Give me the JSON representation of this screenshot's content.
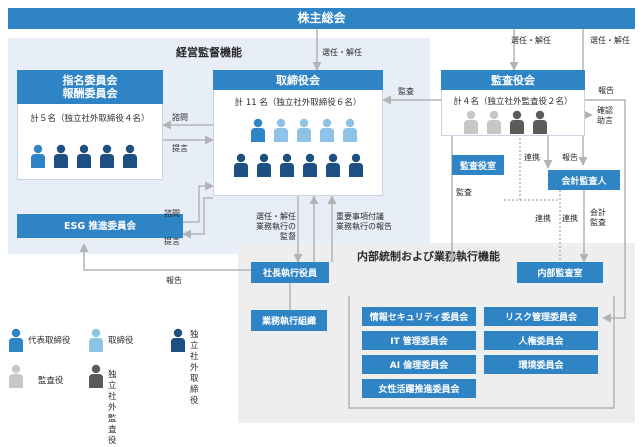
{
  "colors": {
    "dark_navy": "#1d4f82",
    "primary_blue": "#2f84c6",
    "light_blue": "#8ec2e6",
    "light_gray": "#c7c7c7",
    "dark_gray": "#5b5b5b",
    "panel_blue": "#e8eef7",
    "panel_gray": "#eeeeee"
  },
  "shareholders": {
    "title": "株主総会"
  },
  "management": {
    "title": "経営監督機能",
    "elect_label": "選任・解任"
  },
  "nomination": {
    "title": "指名委員会\n報酬委員会",
    "count": "計５名（独立社外取締役４名）"
  },
  "board": {
    "title": "取締役会",
    "count": "計 11 名（独立社外取締役６名）"
  },
  "audit_board": {
    "title": "監査役会",
    "count": "計４名（独立社外監査役２名）",
    "audit_label": "監査"
  },
  "esg": {
    "title": "ESG 推進委員会"
  },
  "audit_office": {
    "title": "監査役室"
  },
  "accountant": {
    "title": "会計監査人"
  },
  "labels": {
    "elect_right1": "選任・解任",
    "elect_right2": "選任・解任",
    "consult1": "諮問",
    "propose1": "提言",
    "consult2": "諮問",
    "propose2": "提言",
    "report_top": "報告",
    "confirm": "確認\n助言",
    "cooperation1": "連携",
    "report_mid": "報告",
    "audit_down": "監査",
    "cooperation2": "連携",
    "cooperation3": "連携",
    "acc_audit": "会計\n監査",
    "elect_supervise": "選任・解任\n業務執行の監督",
    "report_matters": "重要事項付議\n業務執行の報告",
    "report_left": "報告"
  },
  "internal": {
    "title": "内部統制および業務執行機能"
  },
  "ceo": {
    "title": "社長執行役員"
  },
  "internal_audit": {
    "title": "内部監査室"
  },
  "exec_org": {
    "title": "業務執行組織"
  },
  "committees": [
    {
      "name": "情報セキュリティ委員会"
    },
    {
      "name": "リスク管理委員会"
    },
    {
      "name": "IT 管理委員会"
    },
    {
      "name": "人権委員会"
    },
    {
      "name": "AI 倫理委員会"
    },
    {
      "name": "環境委員会"
    },
    {
      "name": "女性活躍推進委員会"
    }
  ],
  "legend": [
    {
      "label": "代表取締役",
      "icon": "person-icon",
      "color": "#2f84c6"
    },
    {
      "label": "取締役",
      "icon": "person-icon",
      "color": "#8ec2e6"
    },
    {
      "label": "独立社外\n取締役",
      "icon": "person-icon",
      "color": "#1d4f82"
    },
    {
      "label": "監査役",
      "icon": "person-icon",
      "color": "#c7c7c7"
    },
    {
      "label": "独立社外\n監査役",
      "icon": "person-icon",
      "color": "#5b5b5b"
    }
  ],
  "people": {
    "nomination": [
      "#2f84c6",
      "#1d4f82",
      "#1d4f82",
      "#1d4f82",
      "#1d4f82"
    ],
    "board_row1": [
      "#2f84c6",
      "#8ec2e6",
      "#8ec2e6",
      "#8ec2e6",
      "#8ec2e6"
    ],
    "board_row2": [
      "#1d4f82",
      "#1d4f82",
      "#1d4f82",
      "#1d4f82",
      "#1d4f82",
      "#1d4f82"
    ],
    "audit": [
      "#c7c7c7",
      "#c7c7c7",
      "#5b5b5b",
      "#5b5b5b"
    ]
  }
}
